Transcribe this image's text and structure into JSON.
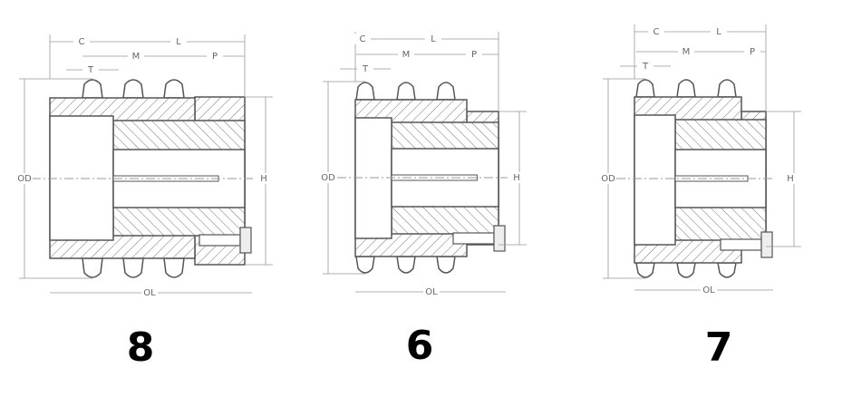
{
  "diagrams": [
    {
      "number": "8",
      "labels": {
        "C": "C",
        "L": "L",
        "M": "M",
        "P": "P",
        "T": "T",
        "OD": "OD",
        "H": "H",
        "OL": "OL"
      }
    },
    {
      "number": "6",
      "labels": {
        "C": "C",
        "L": "L",
        "M": "M",
        "P": "P",
        "T": "T",
        "OD": "OD",
        "H": "H",
        "OL": "OL"
      }
    },
    {
      "number": "7",
      "labels": {
        "C": "C",
        "L": "L",
        "M": "M",
        "P": "P",
        "T": "T",
        "OD": "OD",
        "H": "H",
        "OL": "OL"
      }
    }
  ],
  "colors": {
    "line": "#555555",
    "dimension": "#888888",
    "number": "#000000"
  }
}
